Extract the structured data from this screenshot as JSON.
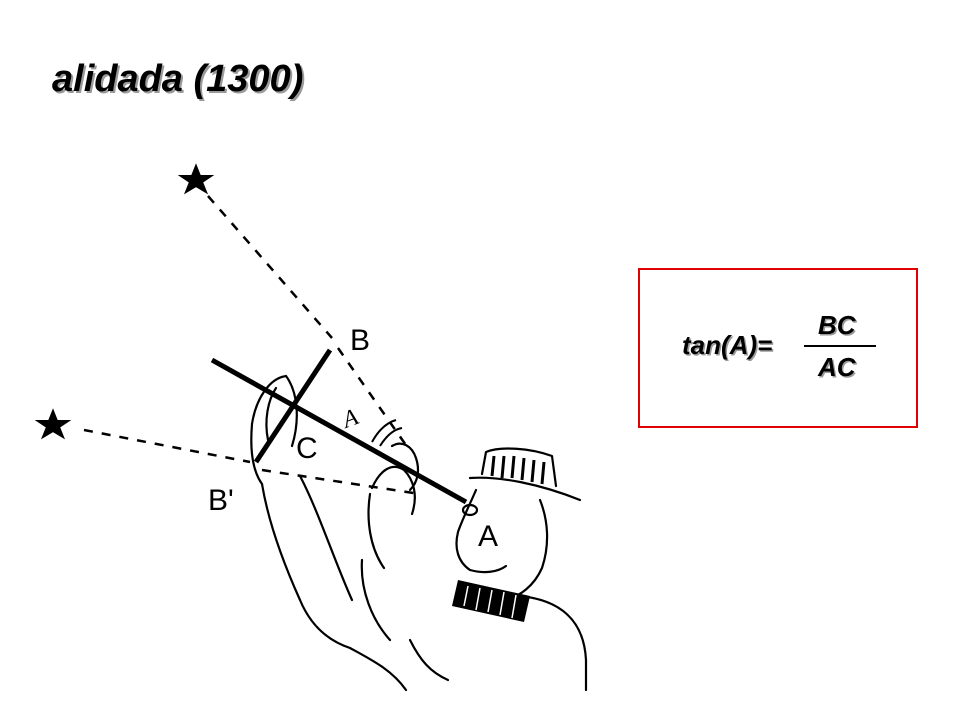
{
  "title": "alidada (1300)",
  "diagram": {
    "labels": {
      "b": "B",
      "b_prime": "B'",
      "c": "C",
      "a_angle": "A",
      "a_eye": "A"
    },
    "icons": [
      "star-icon",
      "star-icon"
    ]
  },
  "formula": {
    "lhs": "tan(A)=",
    "numerator": "BC",
    "denominator": "AC"
  },
  "colors": {
    "box_border": "#e00000",
    "text": "#000000",
    "text_shadow": "#9a9a9a"
  }
}
